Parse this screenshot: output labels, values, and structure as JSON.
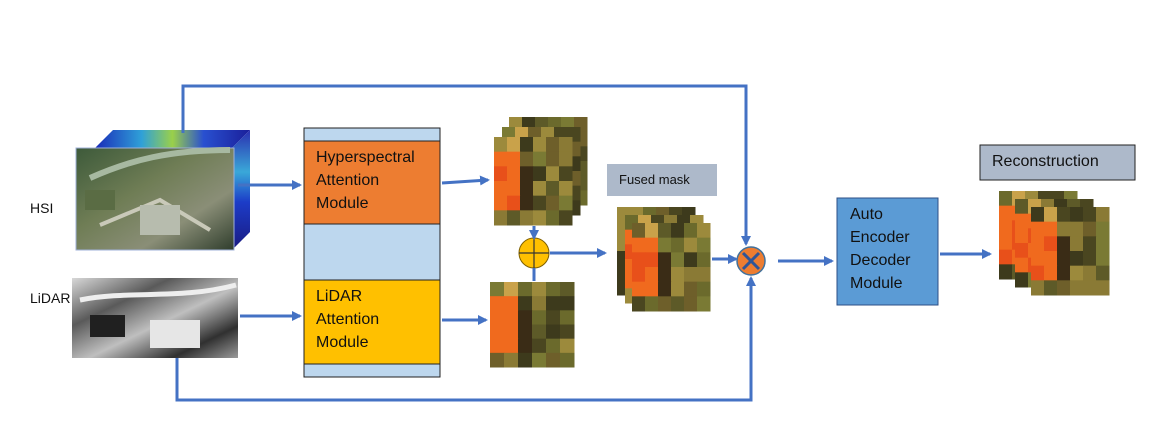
{
  "labels": {
    "hsi": "HSI",
    "lidar": "LiDAR",
    "fused_mask": "Fused mask",
    "reconstruction": "Reconstruction"
  },
  "modules": {
    "hyperspectral": "Hyperspectral\nAttention\nModule",
    "lidar": "LiDAR\nAttention\nModule",
    "autoencoder": "Auto\nEncoder\nDecoder\nModule"
  },
  "operators": {
    "add": "⊕",
    "multiply": "⊗"
  },
  "colors": {
    "arrow": "#4472c4",
    "hyperspectral_module": "#ed7d31",
    "lidar_module": "#ffc000",
    "module_backdrop": "#bdd7ee",
    "autoencoder_module": "#5b9bd5",
    "label_bg": "#adb9ca",
    "add_operator": "#ffc000",
    "multiply_operator": "#ed7d31"
  }
}
